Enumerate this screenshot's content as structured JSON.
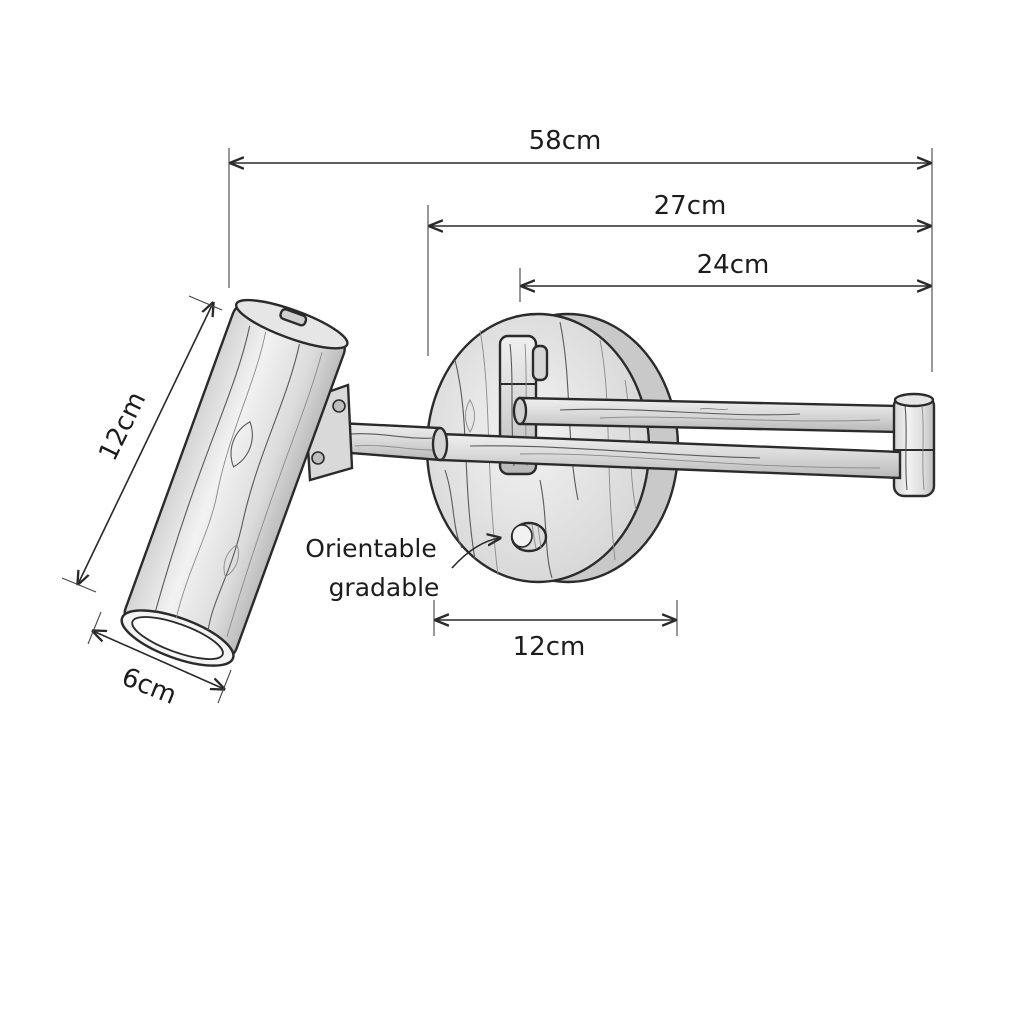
{
  "dimensions": {
    "total_length": "58cm",
    "arm_length": "27cm",
    "swing_length": "24cm",
    "shade_length": "12cm",
    "shade_diameter": "6cm",
    "base_diameter": "12cm"
  },
  "annotation": {
    "line1": "Orientable",
    "line2": "gradable"
  },
  "colors": {
    "ink": "#1c1c1c",
    "wood_fill": "#e9e9e9",
    "wood_shadow": "#cfcfcf"
  }
}
